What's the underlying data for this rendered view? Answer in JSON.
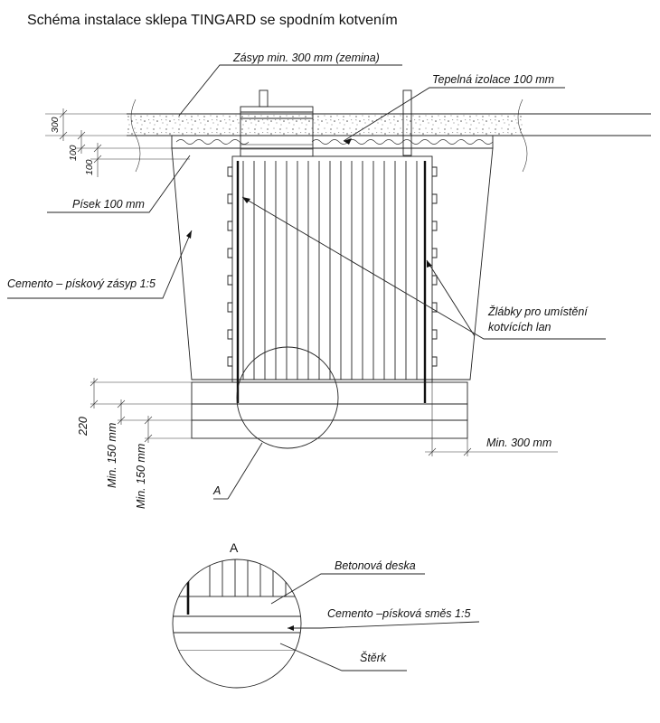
{
  "title": "Schéma instalace sklepa TINGARD se spodním kotvením",
  "labels": {
    "zasyp": "Zásyp min. 300 mm (zemina)",
    "izolace": "Tepelná izolace 100 mm",
    "pisek": "Písek 100 mm",
    "cement_zasyp": "Cemento – pískový zásyp 1:5",
    "zlabky_1": "Žlábky pro umístění",
    "zlabky_2": "kotvících lan",
    "min300": "Min. 300 mm",
    "detail_mark": "A",
    "detail_title": "A",
    "betonova": "Betonová deska",
    "cement_smes": "Cemento –písková směs 1:5",
    "sterk": "Štěrk"
  },
  "dimensions": {
    "d300": "300",
    "d100a": "100",
    "d100b": "100",
    "d220": "220",
    "min150a": "Min. 150 mm",
    "min150b": "Min. 150 mm"
  }
}
